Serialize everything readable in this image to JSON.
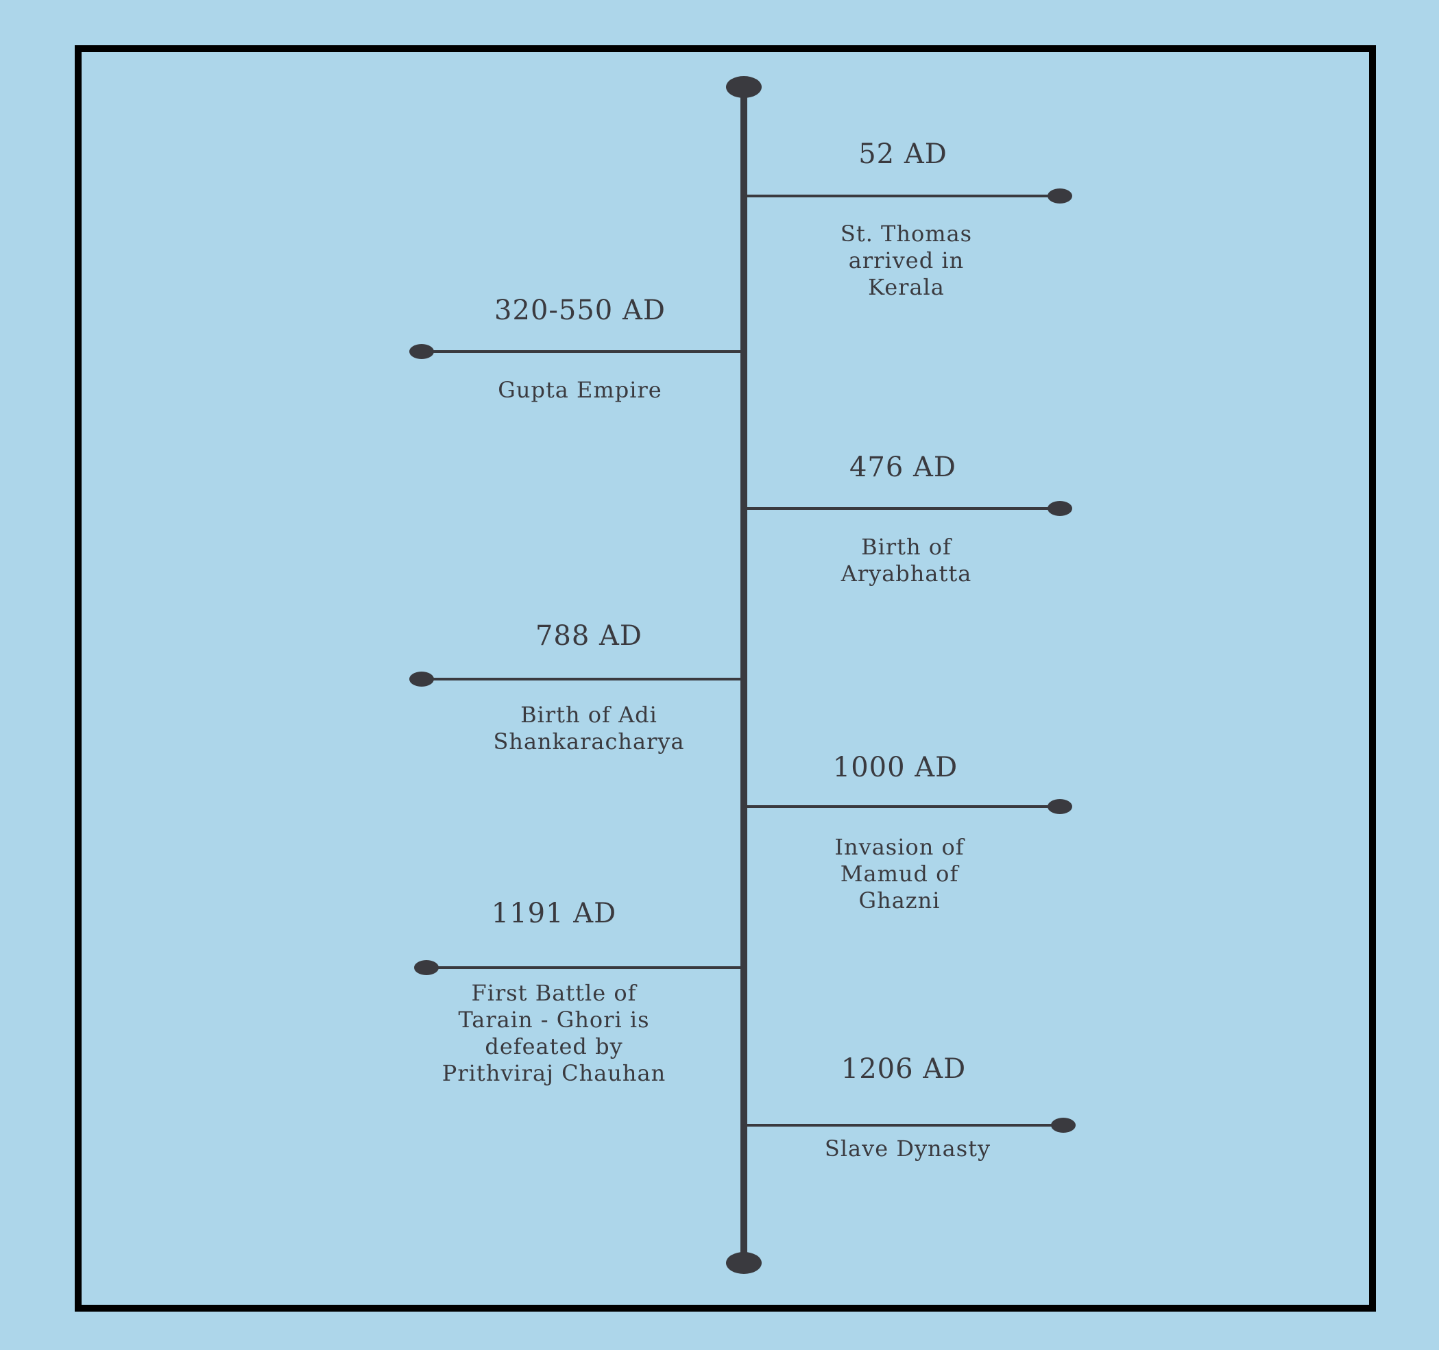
{
  "timeline": {
    "events": [
      {
        "year": "52 AD",
        "description": "St. Thomas\narrived in\nKerala",
        "side": "right"
      },
      {
        "year": "320-550 AD",
        "description": "Gupta Empire",
        "side": "left"
      },
      {
        "year": "476 AD",
        "description": "Birth of\nAryabhatta",
        "side": "right"
      },
      {
        "year": "788 AD",
        "description": "Birth of Adi\nShankaracharya",
        "side": "left"
      },
      {
        "year": "1000 AD",
        "description": "Invasion of\nMamud of\nGhazni",
        "side": "right"
      },
      {
        "year": "1191 AD",
        "description": "First Battle of\nTarain -  Ghori is\ndefeated by\nPrithviraj Chauhan",
        "side": "left"
      },
      {
        "year": "1206 AD",
        "description": "Slave Dynasty",
        "side": "right"
      }
    ]
  },
  "colors": {
    "background": "#add6ea",
    "frame": "#000000",
    "line": "#3a3a3f",
    "text": "#3a3a3f"
  }
}
